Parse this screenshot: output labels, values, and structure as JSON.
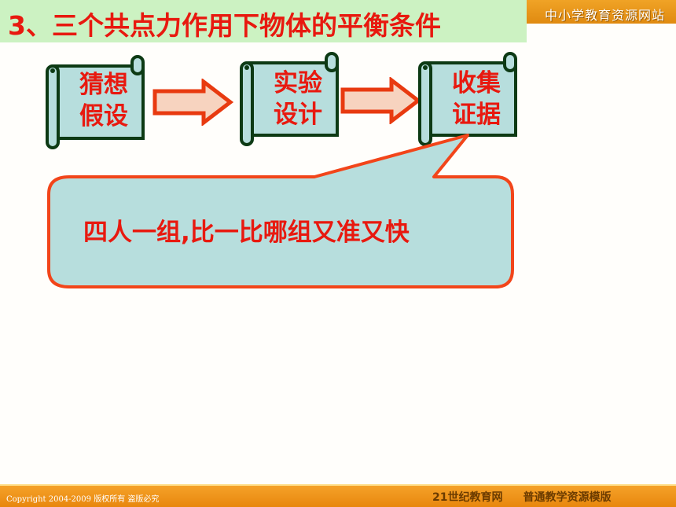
{
  "header": {
    "title": "3、三个共点力作用下物体的平衡条件",
    "brand": "中小学教育资源网站"
  },
  "steps": [
    {
      "line1": "猜想",
      "line2": "假设"
    },
    {
      "line1": "实验",
      "line2": "设计"
    },
    {
      "line1": "收集",
      "line2": "证据"
    }
  ],
  "bubble": {
    "text": "四人一组,比一比哪组又准又快"
  },
  "footer": {
    "copyright": "Copyright 2004-2009 版权所有 盗版必究",
    "site": "21世纪教育网",
    "template": "普通教学资源模版"
  },
  "colors": {
    "accent_red": "#e8190f",
    "scroll_fill": "#b7dedd",
    "title_bg": "#ccf2c2",
    "band_orange": "#f0a326"
  },
  "icons": [
    "scroll-icon",
    "right-arrow-icon",
    "speech-bubble-icon"
  ]
}
